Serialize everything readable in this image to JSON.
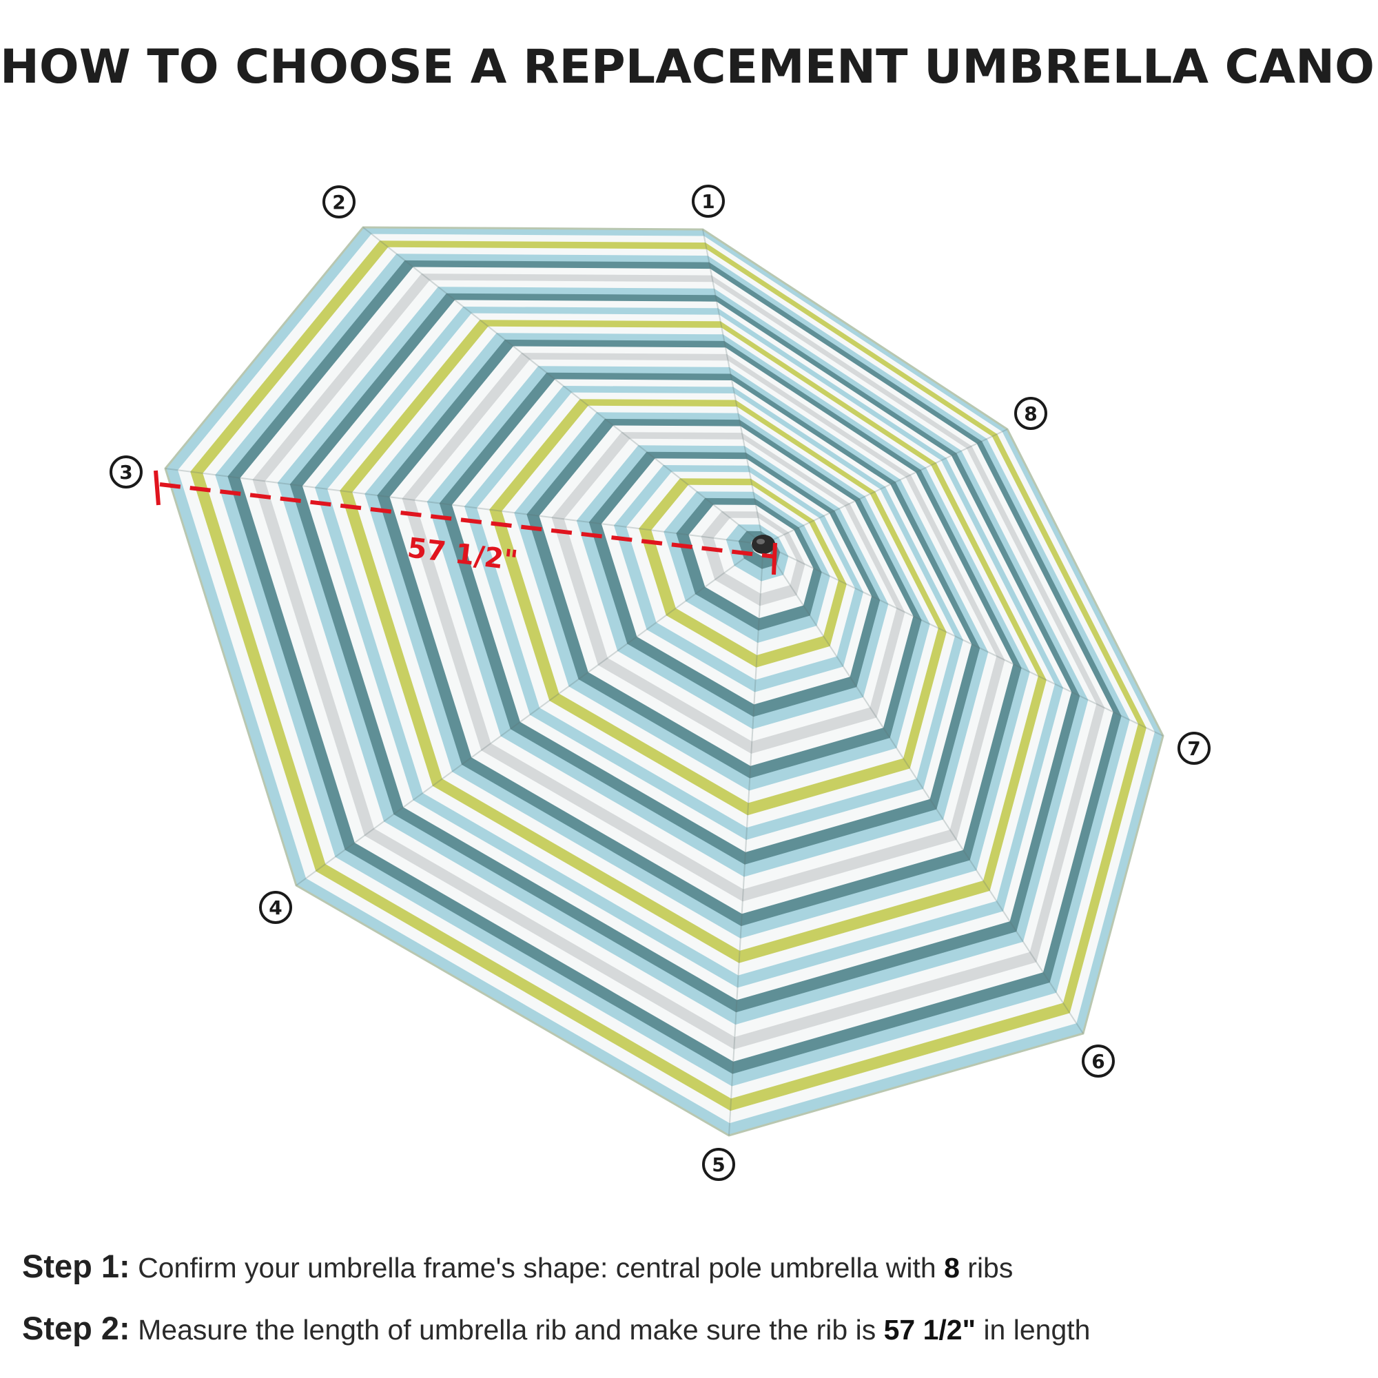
{
  "title": "HOW TO CHOOSE A REPLACEMENT UMBRELLA CANOPY",
  "measurement_label": "57 1/2\"",
  "rib_labels": [
    "1",
    "2",
    "3",
    "4",
    "5",
    "6",
    "7",
    "8"
  ],
  "colors": {
    "measure_line": "#e0141e",
    "stripe_teal": "#5f8f96",
    "stripe_light_blue": "#a9d4df",
    "stripe_yellow_green": "#c8cf62",
    "stripe_white": "#f6f8f8",
    "stripe_grey": "#d6d9da"
  },
  "steps": [
    {
      "label": "Step 1:",
      "text_before": "Confirm your umbrella frame's shape: central pole umbrella with ",
      "bold": "8",
      "text_after": " ribs"
    },
    {
      "label": "Step 2:",
      "text_before": "Measure the length of umbrella rib and make sure the rib is ",
      "bold": "57 1/2\"",
      "text_after": " in length"
    }
  ]
}
